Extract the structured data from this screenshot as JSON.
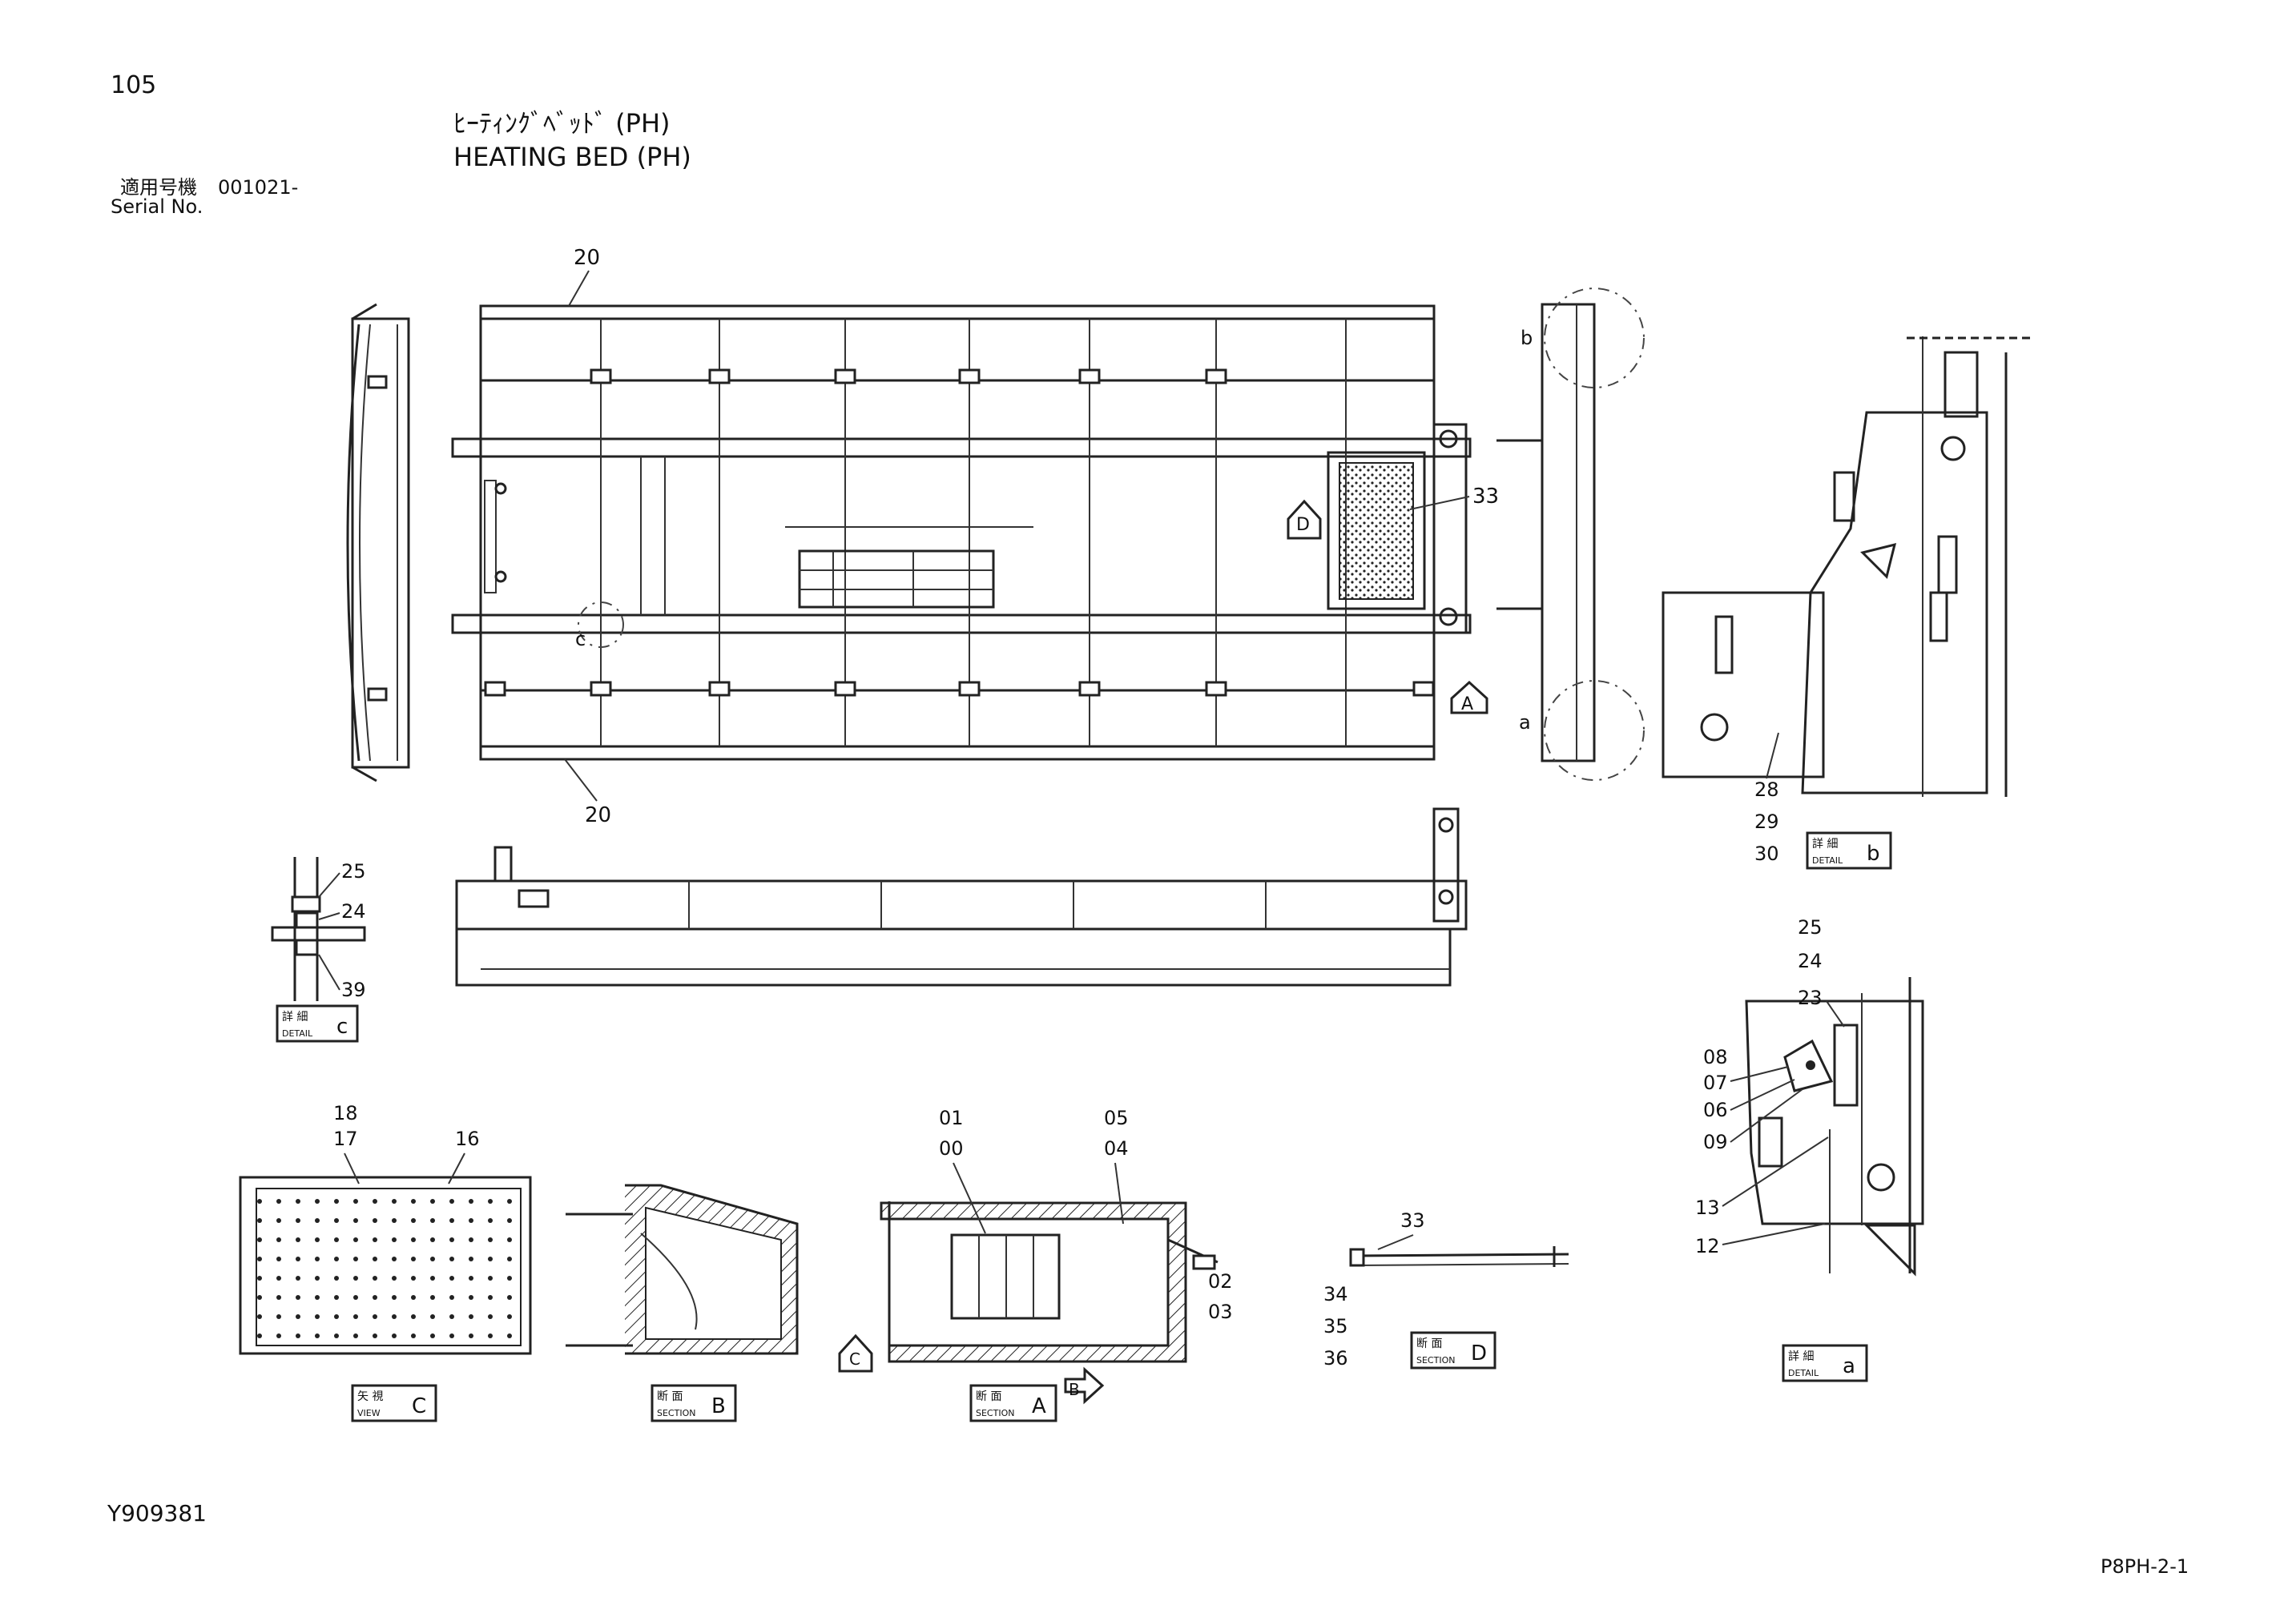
{
  "header": {
    "page_number": "105",
    "title_jp": "ﾋｰﾃｨﾝｸﾞﾍﾞｯﾄﾞ (PH)",
    "title_en": "HEATING BED (PH)",
    "serial_label_jp": "適用号機",
    "serial_value": "001021-",
    "serial_label_en": "Serial No."
  },
  "footer": {
    "drawing_id": "Y909381",
    "page_code": "P8PH-2-1"
  },
  "callouts": {
    "c20_top": "20",
    "c20_bottom": "20",
    "c33_main": "33",
    "c33_section_d": "33",
    "ca_top_left": "a",
    "cb_top": "b",
    "cc_main": "c",
    "c25_c": "25",
    "c24_c": "24",
    "c39_c": "39",
    "c28": "28",
    "c29": "29",
    "c30": "30",
    "c25_a": "25",
    "c24_a": "24",
    "c23_a": "23",
    "c08": "08",
    "c07": "07",
    "c06": "06",
    "c09": "09",
    "c13": "13",
    "c12": "12",
    "c18": "18",
    "c17": "17",
    "c16": "16",
    "c01": "01",
    "c00": "00",
    "c05": "05",
    "c04": "04",
    "c02": "02",
    "c03": "03",
    "c34": "34",
    "c35": "35",
    "c36": "36"
  },
  "markers": {
    "view_a": "A",
    "view_d": "D",
    "view_c": "C",
    "view_b": "B"
  },
  "labels": {
    "detail_c": {
      "jp": "詳 細",
      "en": "DETAIL",
      "letter": "c"
    },
    "detail_b": {
      "jp": "詳 細",
      "en": "DETAIL",
      "letter": "b"
    },
    "detail_a": {
      "jp": "詳 細",
      "en": "DETAIL",
      "letter": "a"
    },
    "view_c": {
      "jp": "矢 視",
      "en": "VIEW",
      "letter": "C"
    },
    "section_b": {
      "jp": "断 面",
      "en": "SECTION",
      "letter": "B"
    },
    "section_a": {
      "jp": "断 面",
      "en": "SECTION",
      "letter": "A"
    },
    "section_d": {
      "jp": "断 面",
      "en": "SECTION",
      "letter": "D"
    }
  }
}
